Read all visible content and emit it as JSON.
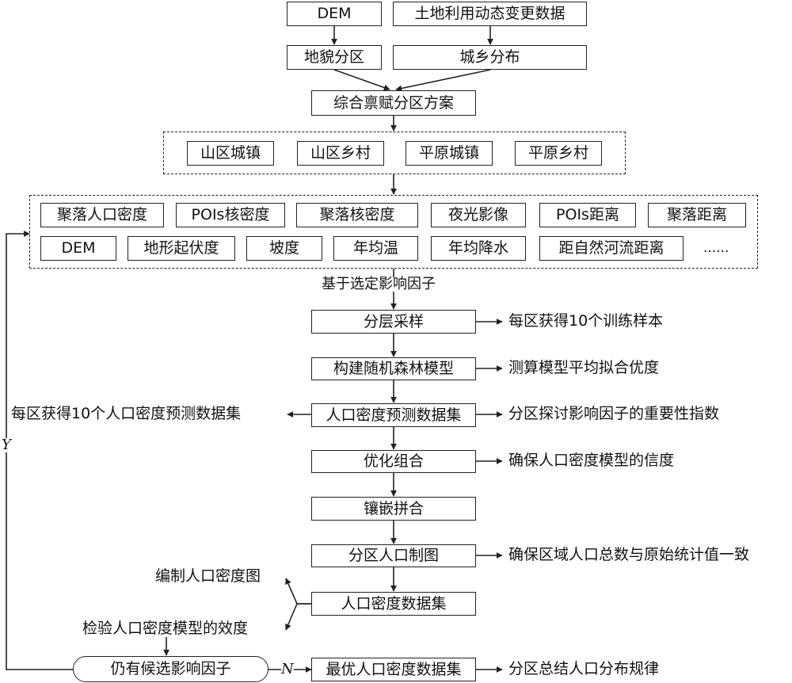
{
  "inputs": {
    "dem": "DEM",
    "land_use": "土地利用动态变更数据"
  },
  "zoning": {
    "landform": "地貌分区",
    "urban_rural": "城乡分布"
  },
  "scheme": "综合禀赋分区方案",
  "zones": [
    "山区城镇",
    "山区乡村",
    "平原城镇",
    "平原乡村"
  ],
  "factors_row1": [
    "聚落人口密度",
    "POIs核密度",
    "聚落核密度",
    "夜光影像",
    "POIs距离",
    "聚落距离"
  ],
  "factors_row2": [
    "DEM",
    "地形起伏度",
    "坡度",
    "年均温",
    "年均降水",
    "距自然河流距离",
    "......"
  ],
  "factor_caption": "基于选定影响因子",
  "steps": {
    "sampling": "分层采样",
    "rf_model": "构建随机森林模型",
    "pred_dataset": "人口密度预测数据集",
    "optimize": "优化组合",
    "mosaic": "镶嵌拼合",
    "mapping": "分区人口制图",
    "density_dataset": "人口密度数据集",
    "best_dataset": "最优人口密度数据集"
  },
  "notes": {
    "sampling": "每区获得10个训练样本",
    "rf_model": "测算模型平均拟合优度",
    "pred_left": "每区获得10个人口密度预测数据集",
    "pred_right": "分区探讨影响因子的重要性指数",
    "optimize": "确保人口密度模型的信度",
    "mapping": "确保区域人口总数与原始统计值一致",
    "density_up": "编制人口密度图",
    "density_down": "检验人口密度模型的效度",
    "best": "分区总结人口分布规律"
  },
  "decision": "仍有候选影响因子",
  "branch_labels": {
    "yes": "Y",
    "no": "N"
  }
}
